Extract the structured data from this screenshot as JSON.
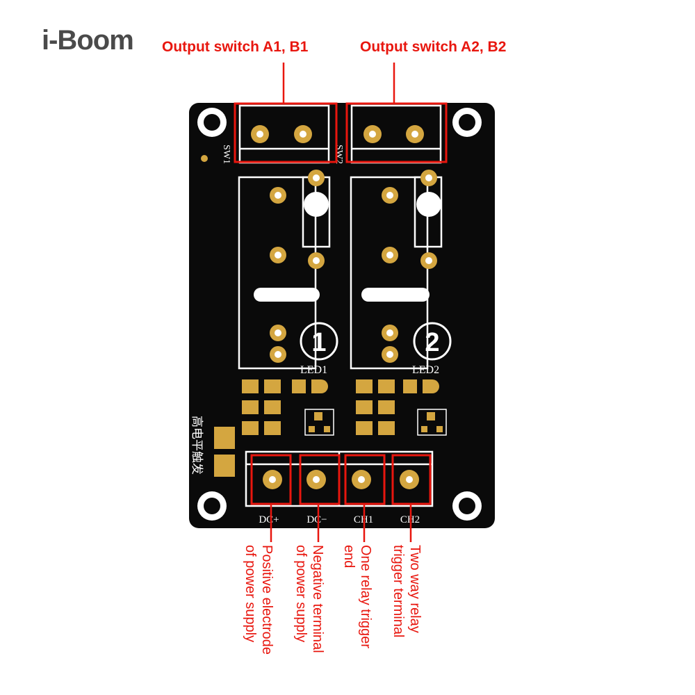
{
  "brand": {
    "logo_text": "i-Boom",
    "logo_color": "#ff8c00",
    "text_color": "#4a4a4a"
  },
  "colors": {
    "label_red": "#e8160e",
    "pcb_black": "#0a0a0a",
    "pad_gold": "#d4a640",
    "silk_white": "#ffffff"
  },
  "output_labels": [
    {
      "text": "Output switch A1, B1"
    },
    {
      "text": "Output switch A2, B2"
    }
  ],
  "silkscreen": {
    "relay1_number": "1",
    "relay2_number": "2",
    "led1": "LED1",
    "led2": "LED2",
    "sw1": "SW1",
    "sw2": "SW2",
    "side_text": "高电平触发",
    "terminals": [
      "DC+",
      "DC−",
      "CH1",
      "CH2"
    ]
  },
  "terminal_labels": [
    {
      "line1": "Positive electrode",
      "line2": "of power supply"
    },
    {
      "line1": "Negative terminal",
      "line2": "of power supply"
    },
    {
      "line1": "One relay trigger",
      "line2": "end"
    },
    {
      "line1": "Two way relay",
      "line2": "trigger terminal"
    }
  ]
}
